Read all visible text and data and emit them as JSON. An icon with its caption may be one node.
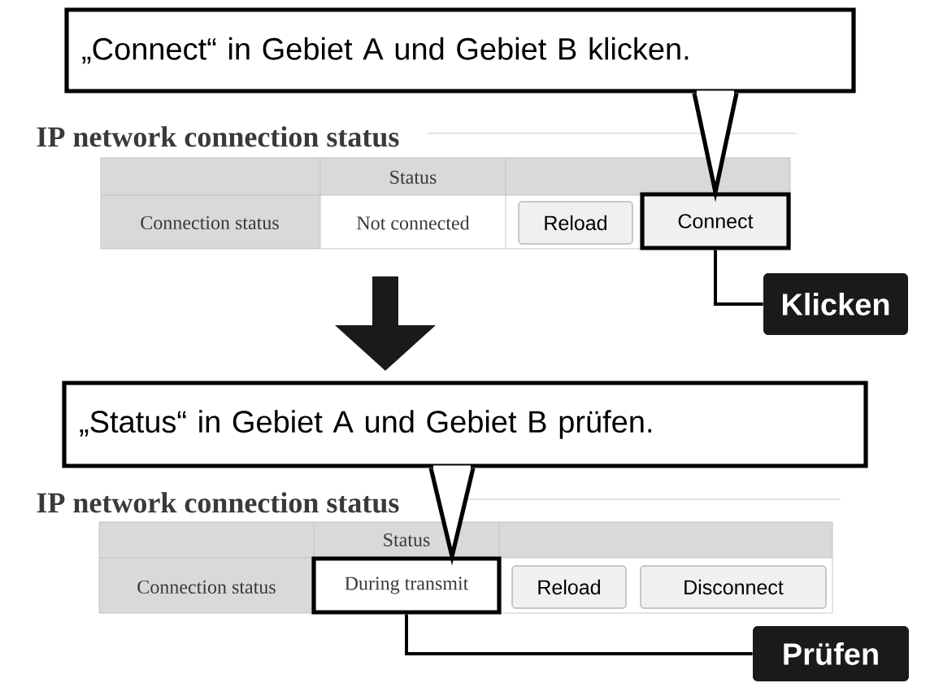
{
  "diagram": {
    "nodes": [
      {
        "text": [
          "„Connect“ in Gebiet A und Gebiet B klicken."
        ]
      },
      {
        "text": [
          "Connect"
        ]
      },
      {
        "text": [
          "Klicken"
        ]
      },
      {
        "text": [
          "„Status“ in Gebiet A und Gebiet B prüfen."
        ]
      },
      {
        "text": [
          "During transmit"
        ]
      },
      {
        "text": [
          "Prüfen"
        ]
      }
    ],
    "edges": [
      {
        "from": 0,
        "to": 1,
        "arrow": "none"
      },
      {
        "from": 2,
        "to": 1,
        "arrow": "none"
      },
      {
        "from": 3,
        "to": 4,
        "arrow": "none"
      },
      {
        "from": 5,
        "to": 4,
        "arrow": "none"
      }
    ],
    "labels": [
      "IP network connection status",
      "Status",
      "Connection status",
      "Not connected",
      "Reload",
      "IP network connection status",
      "Status",
      "Connection status",
      "Reload",
      "Disconnect"
    ]
  }
}
